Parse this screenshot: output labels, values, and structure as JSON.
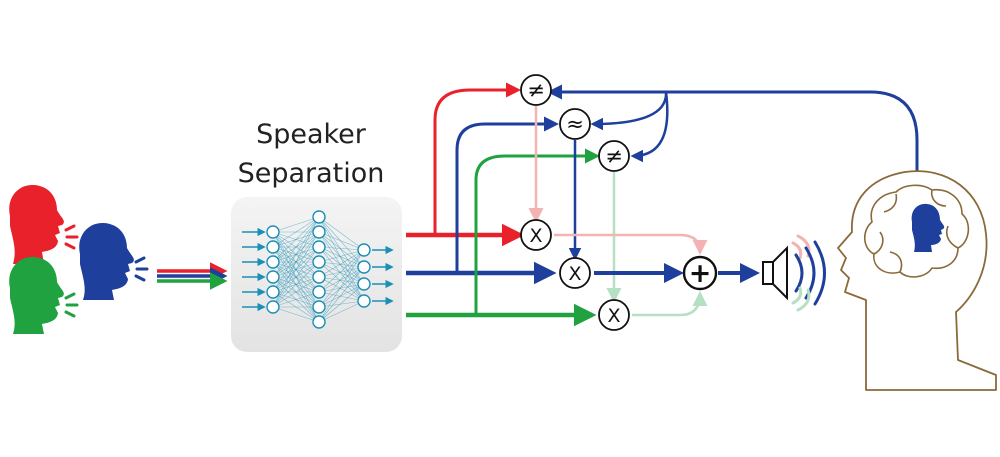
{
  "title": {
    "line1": "Speaker",
    "line2": "Separation"
  },
  "operators": {
    "not_equal_top": "≠",
    "approx": "≈",
    "not_equal_mid": "≠",
    "multiply_red": "X",
    "multiply_blue": "X",
    "multiply_green": "X",
    "sum": "+"
  },
  "colors": {
    "red": "#e8212b",
    "blue": "#1e3f9c",
    "green": "#1fa23f",
    "red_faded": "#f4b3b3",
    "green_faded": "#b6e0c4",
    "head_outline": "#8a6a3a",
    "network": "#1b8fb5"
  },
  "icons": [
    "speaking-head-icon",
    "neural-network-icon",
    "speaker-icon",
    "listener-head-icon",
    "brain-icon"
  ]
}
